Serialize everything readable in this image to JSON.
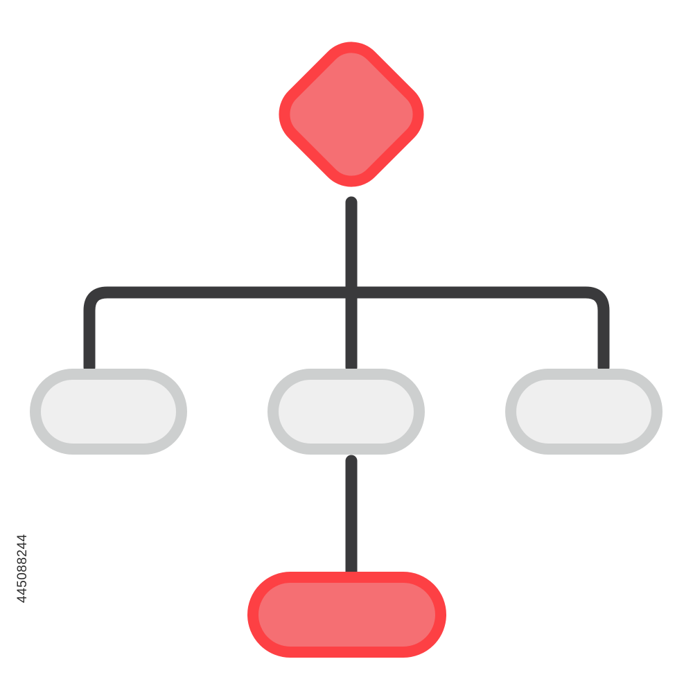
{
  "diagram": {
    "type": "flowchart-icon",
    "nodes": [
      {
        "id": "decision",
        "shape": "diamond",
        "role": "root"
      },
      {
        "id": "process-left",
        "shape": "rounded-rect",
        "role": "branch"
      },
      {
        "id": "process-center",
        "shape": "rounded-rect",
        "role": "branch"
      },
      {
        "id": "process-right",
        "shape": "rounded-rect",
        "role": "branch"
      },
      {
        "id": "terminal",
        "shape": "rounded-rect",
        "role": "end"
      }
    ],
    "edges": [
      {
        "from": "decision",
        "to": "process-left"
      },
      {
        "from": "decision",
        "to": "process-center"
      },
      {
        "from": "decision",
        "to": "process-right"
      },
      {
        "from": "process-center",
        "to": "terminal"
      }
    ]
  },
  "colors": {
    "accent_fill": "#f56f73",
    "accent_stroke": "#fd4044",
    "neutral_fill": "#efefef",
    "neutral_stroke": "#cdcfcf",
    "connector": "#3a3a3c",
    "background": "#ffffff"
  },
  "stock_id": "445088244"
}
